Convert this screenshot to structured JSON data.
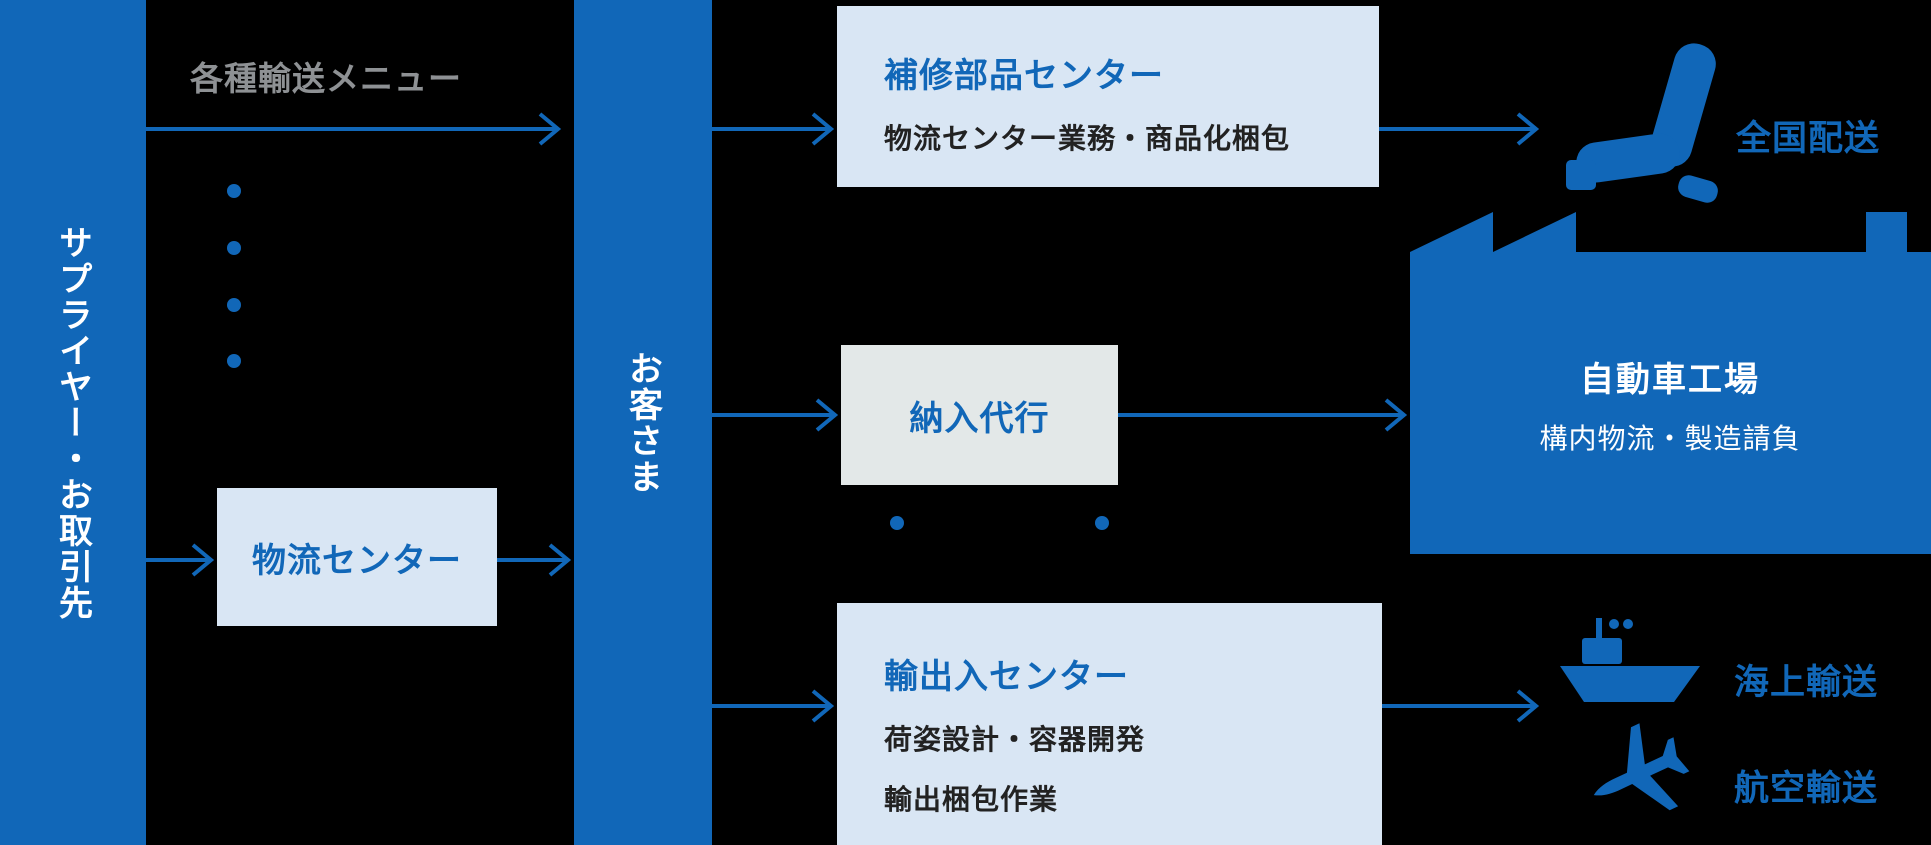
{
  "colors": {
    "primary_blue": "#1167b8",
    "panel_light_blue": "#d9e6f4",
    "panel_gray": "#e3e8e8",
    "label_gray": "#8e9194",
    "text_dark": "#222222",
    "text_white": "#ffffff",
    "background": "#000000"
  },
  "supplier_bar": {
    "label": "サプライヤー・お取引先"
  },
  "customer_bar": {
    "label": "お客さま"
  },
  "transport_menu": {
    "label": "各種輸送メニュー"
  },
  "logistics_center": {
    "title": "物流センター"
  },
  "repair_parts_center": {
    "title": "補修部品センター",
    "description": "物流センター業務・商品化梱包"
  },
  "delivery_agency": {
    "title": "納入代行"
  },
  "import_export_center": {
    "title": "輸出入センター",
    "line1": "荷姿設計・容器開発",
    "line2": "輸出梱包作業"
  },
  "auto_factory": {
    "title": "自動車工場",
    "subtitle": "構内物流・製造請負"
  },
  "nationwide_delivery": {
    "label": "全国配送"
  },
  "sea_transport": {
    "label": "海上輸送"
  },
  "air_transport": {
    "label": "航空輸送"
  },
  "icons": {
    "seat": "car-seat-icon",
    "factory": "factory-icon",
    "ship": "ship-icon",
    "plane": "airplane-icon"
  }
}
